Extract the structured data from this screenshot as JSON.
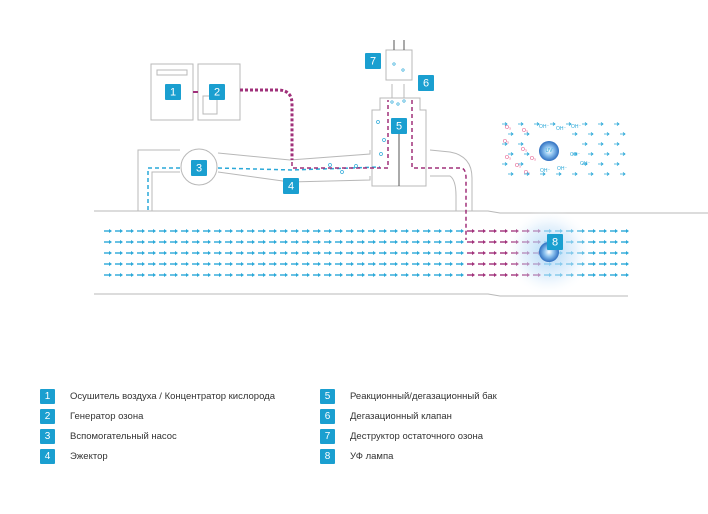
{
  "colors": {
    "badge": "#1a9fd0",
    "water_flow": "#2aa8d8",
    "ozone_flow": "#a0307a",
    "outline": "#b8b8b8"
  },
  "badges": [
    "1",
    "2",
    "3",
    "4",
    "5",
    "6",
    "7",
    "8"
  ],
  "molecules": {
    "o3": "O₃",
    "oh": "OH⁻",
    "center": "UV"
  },
  "legend": [
    {
      "num": "1",
      "label": "Осушитель воздуха / Концентратор кислорода"
    },
    {
      "num": "2",
      "label": "Генератор озона"
    },
    {
      "num": "3",
      "label": "Вспомогательный насос"
    },
    {
      "num": "4",
      "label": "Эжектор"
    },
    {
      "num": "5",
      "label": "Реакционный/дегазационный бак"
    },
    {
      "num": "6",
      "label": "Дегазационный клапан"
    },
    {
      "num": "7",
      "label": "Деструктор остаточного озона"
    },
    {
      "num": "8",
      "label": "УФ лампа"
    }
  ]
}
